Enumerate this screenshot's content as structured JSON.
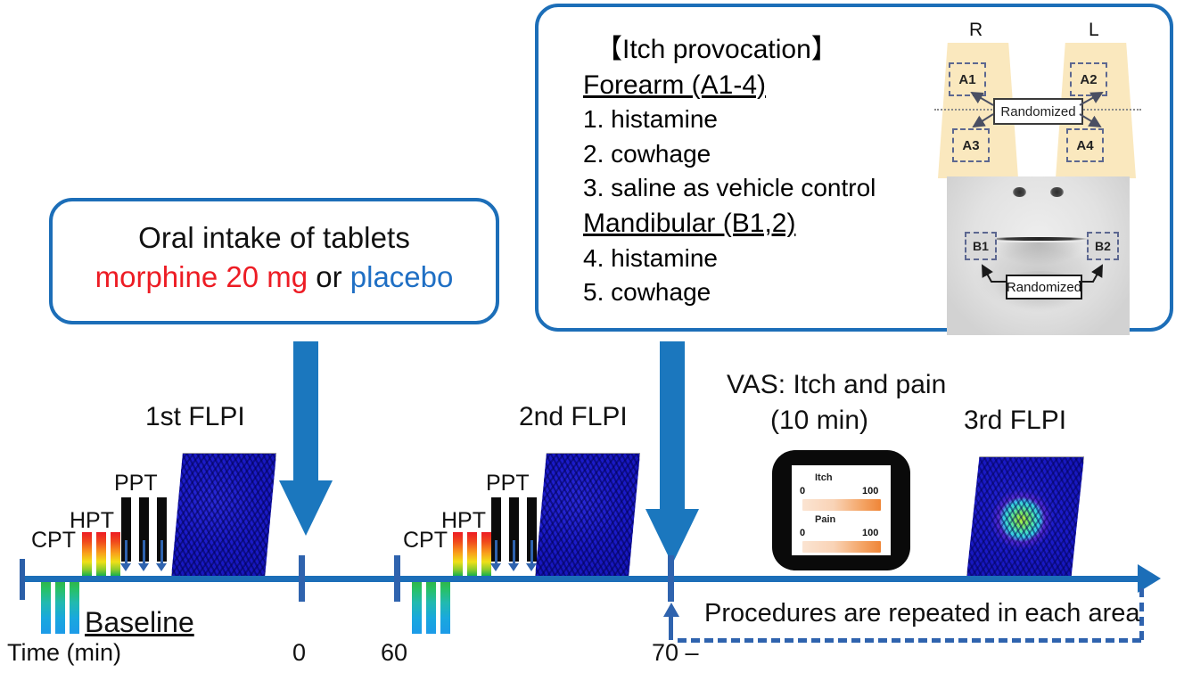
{
  "figure": {
    "kind": "experimental-timeline-diagram",
    "colors": {
      "arrow_blue": "#1B77BE",
      "box_border_blue": "#1C6EB8",
      "axis_blue": "#1C6EB8",
      "tick_blue": "#2F63AE",
      "morphine_red": "#ED1C24",
      "placebo_blue": "#1F6FC4",
      "forearm_tan": "#FAE8BE",
      "vas_orange": "#EF8537"
    }
  },
  "oral_box": {
    "line1": "Oral intake of tablets",
    "morphine": "morphine 20 mg",
    "connector": " or ",
    "placebo": "placebo"
  },
  "itch_box": {
    "title": "【Itch provocation】",
    "forearm_heading": "Forearm (A1-4)",
    "forearm_items": [
      "1. histamine",
      "2. cowhage",
      "3. saline as vehicle control"
    ],
    "mandibular_heading": "Mandibular (B1,2)",
    "mandibular_items": [
      "4. histamine",
      "5. cowhage"
    ],
    "forearm_diagram": {
      "side_right": "R",
      "side_left": "L",
      "sites": [
        "A1",
        "A2",
        "A3",
        "A4"
      ],
      "randomized_label": "Randomized"
    },
    "face_diagram": {
      "sites": [
        "B1",
        "B2"
      ],
      "randomized_label": "Randomized"
    }
  },
  "stages": {
    "flpi1": "1st FLPI",
    "flpi2": "2nd FLPI",
    "flpi3": "3rd FLPI",
    "vas_line1": "VAS: Itch and pain",
    "vas_line2": "(10 min)"
  },
  "measurements": {
    "cpt": "CPT",
    "hpt": "HPT",
    "ppt": "PPT",
    "baseline": "Baseline"
  },
  "vas_device": {
    "itch_label": "Itch",
    "pain_label": "Pain",
    "scale_min": "0",
    "scale_max": "100"
  },
  "timeline": {
    "axis_label": "Time (min)",
    "ticks": [
      {
        "value": "0"
      },
      {
        "value": "60"
      },
      {
        "value": "70 –"
      }
    ],
    "repeat_note": "Procedures are repeated in each area"
  }
}
